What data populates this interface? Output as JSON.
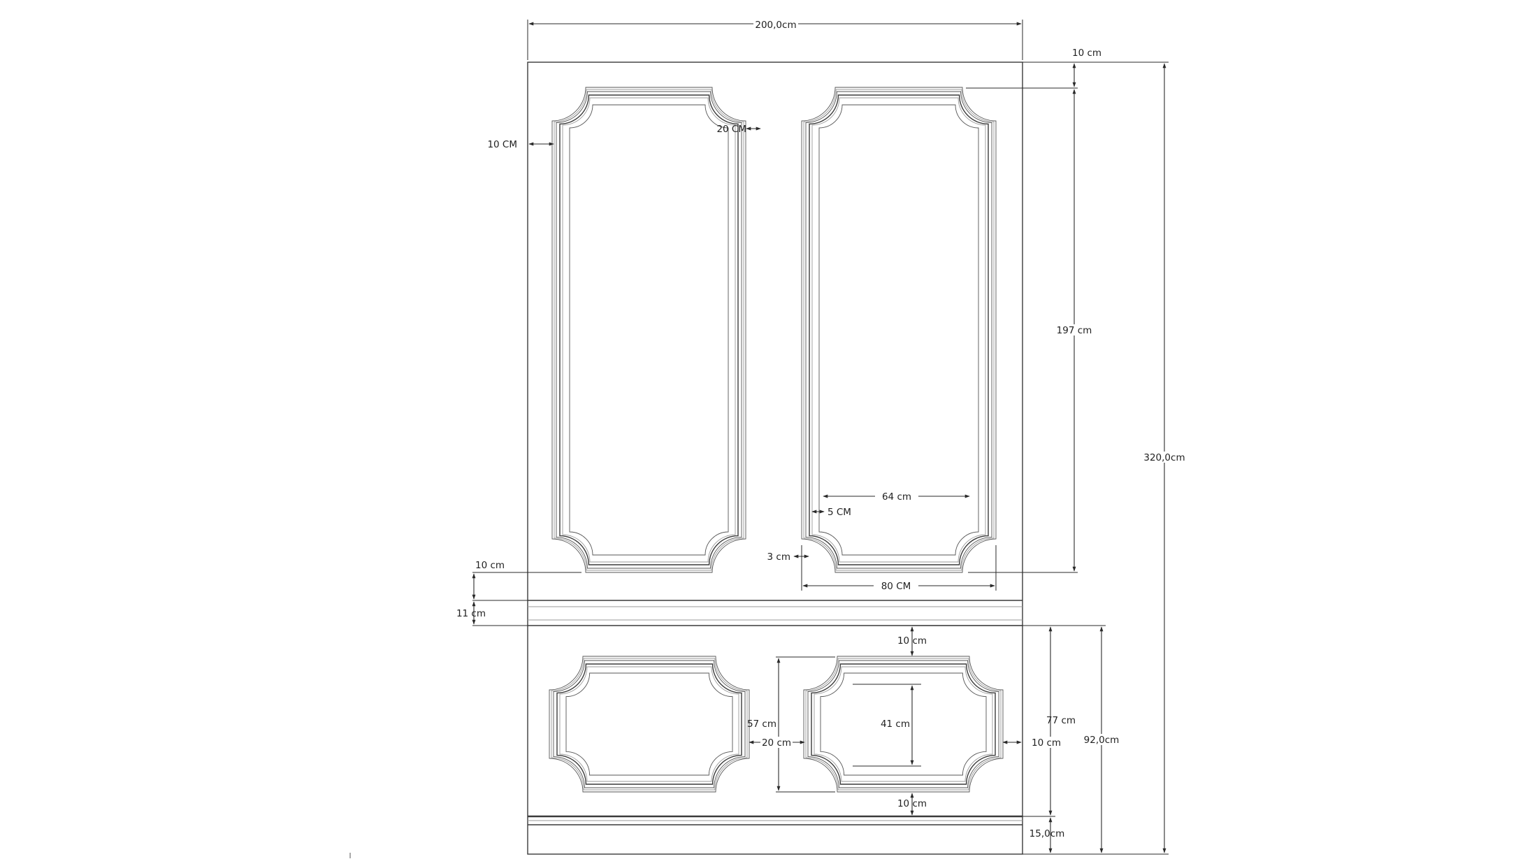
{
  "dimensions": {
    "total_width": "200,0cm",
    "total_height": "320,0cm",
    "top_gap": "10 cm",
    "upper_panel_height": "197 cm",
    "upper_side_margin": "10 CM",
    "upper_panel_gap": "20 CM",
    "inner_panel_width": "64 cm",
    "frame_offset": "5 CM",
    "moulding_width": "3 cm",
    "upper_panel_width": "80 CM",
    "rail_gap": "10 cm",
    "rail_height": "11 cm",
    "lower_top_gap": "10 cm",
    "lower_panel_height": "57 cm",
    "lower_panel_gap": "20 cm",
    "lower_inner_height": "41 cm",
    "lower_side_margin": "10 cm",
    "lower_bottom_gap": "10 cm",
    "lower_section_height": "77 cm",
    "dado_height": "92,0cm",
    "skirting_height": "15,0cm"
  },
  "colors": {
    "line": "#3a3a3a",
    "background": "#ffffff"
  }
}
